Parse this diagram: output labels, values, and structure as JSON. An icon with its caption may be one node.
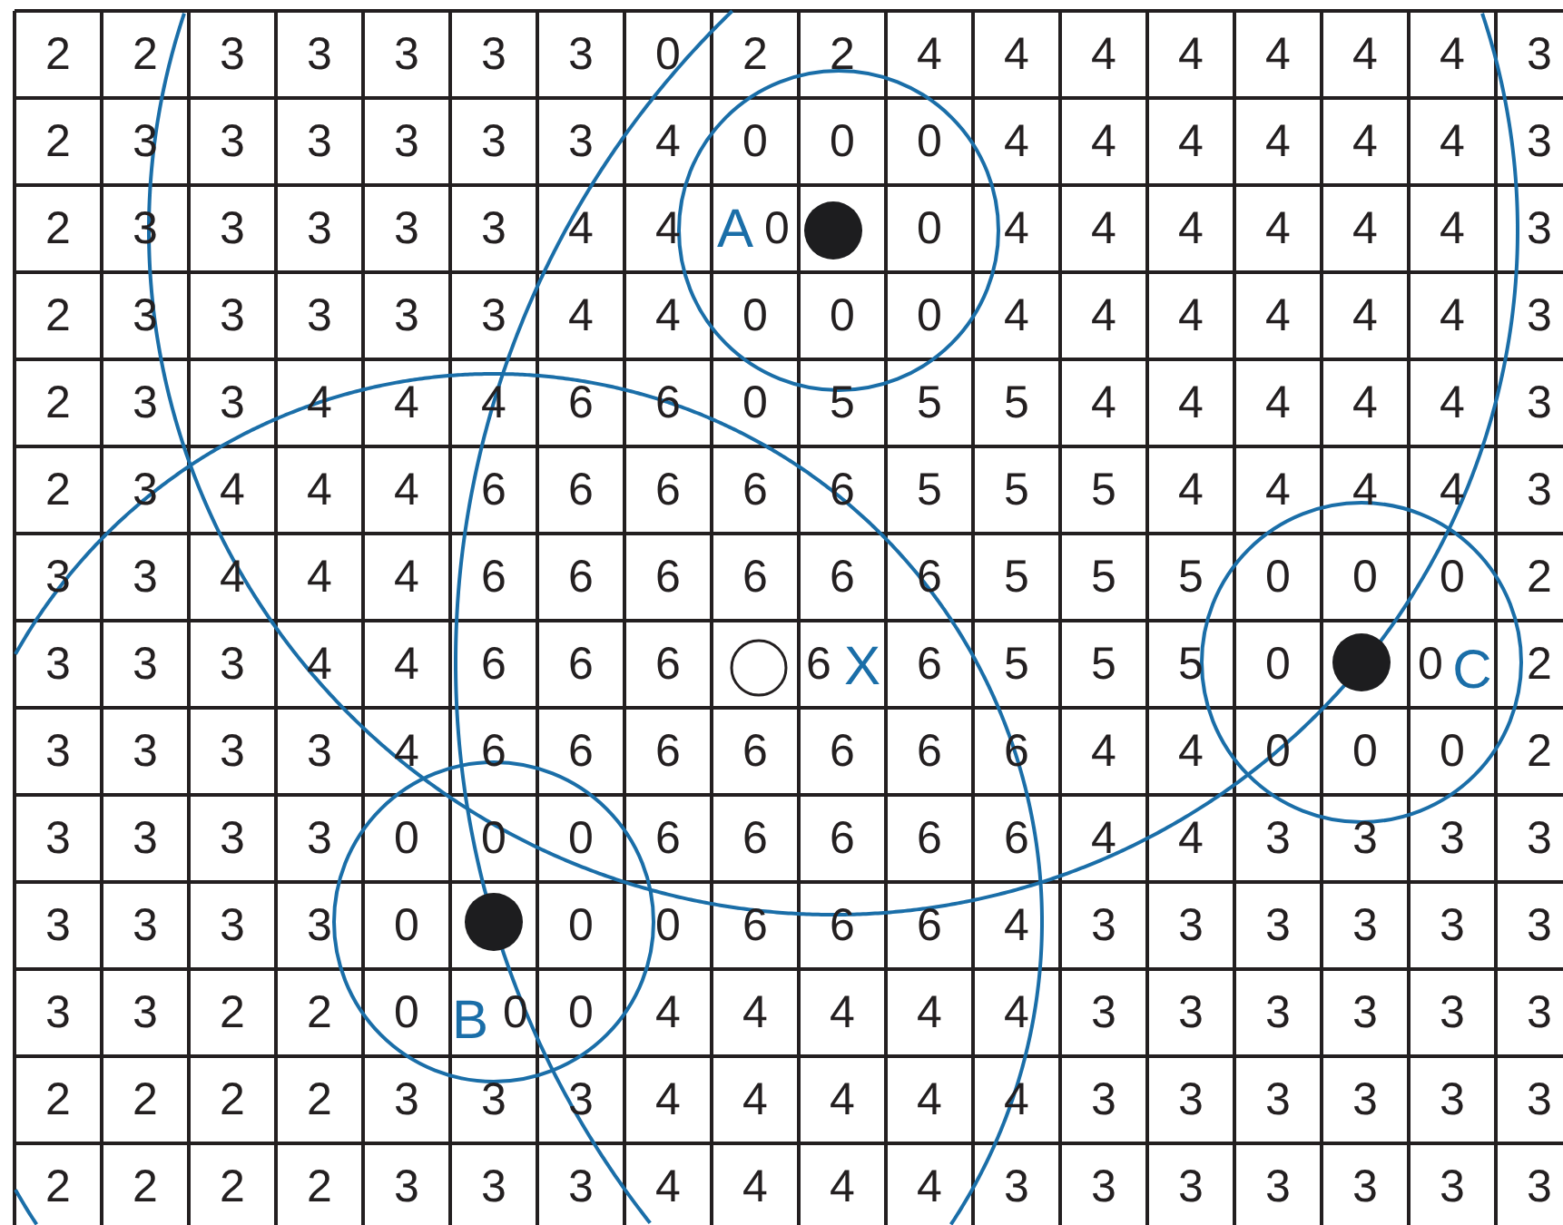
{
  "diagram": {
    "labels": [
      "2",
      "2",
      "3",
      "3",
      "3",
      "3",
      "3",
      "0",
      "2",
      "2",
      "4",
      "4",
      "4",
      "4",
      "4",
      "4",
      "4",
      "3",
      "2",
      "3",
      "3",
      "3",
      "3",
      "3",
      "3",
      "4",
      "0",
      "0",
      "0",
      "4",
      "4",
      "4",
      "4",
      "4",
      "4",
      "3",
      "2",
      "3",
      "3",
      "3",
      "3",
      "3",
      "4",
      "4",
      "A",
      "0",
      "0",
      "4",
      "4",
      "4",
      "4",
      "4",
      "4",
      "3",
      "2",
      "3",
      "3",
      "3",
      "3",
      "3",
      "4",
      "4",
      "0",
      "0",
      "0",
      "4",
      "4",
      "4",
      "4",
      "4",
      "4",
      "3",
      "2",
      "3",
      "3",
      "4",
      "4",
      "4",
      "6",
      "6",
      "0",
      "5",
      "5",
      "5",
      "4",
      "4",
      "4",
      "4",
      "4",
      "3",
      "2",
      "3",
      "4",
      "4",
      "4",
      "6",
      "6",
      "6",
      "6",
      "6",
      "5",
      "5",
      "5",
      "4",
      "4",
      "4",
      "4",
      "3",
      "3",
      "3",
      "4",
      "4",
      "4",
      "6",
      "6",
      "6",
      "6",
      "6",
      "6",
      "5",
      "5",
      "5",
      "0",
      "0",
      "0",
      "2",
      "3",
      "3",
      "3",
      "4",
      "4",
      "6",
      "6",
      "6",
      "6",
      "X",
      "6",
      "5",
      "5",
      "5",
      "0",
      "0",
      "C",
      "2",
      "3",
      "3",
      "3",
      "3",
      "4",
      "6",
      "6",
      "6",
      "6",
      "6",
      "6",
      "6",
      "4",
      "4",
      "0",
      "0",
      "0",
      "2",
      "3",
      "3",
      "3",
      "3",
      "0",
      "0",
      "0",
      "6",
      "6",
      "6",
      "6",
      "6",
      "4",
      "4",
      "3",
      "3",
      "3",
      "3",
      "3",
      "3",
      "3",
      "3",
      "0",
      "0",
      "0",
      "6",
      "6",
      "6",
      "4",
      "3",
      "3",
      "3",
      "3",
      "3",
      "3",
      "3",
      "3",
      "2",
      "2",
      "0",
      "B",
      "0",
      "0",
      "4",
      "4",
      "4",
      "4",
      "4",
      "3",
      "3",
      "3",
      "3",
      "3",
      "3",
      "2",
      "2",
      "2",
      "2",
      "3",
      "3",
      "3",
      "4",
      "4",
      "4",
      "4",
      "4",
      "3",
      "3",
      "3",
      "3",
      "3",
      "3",
      "2",
      "2",
      "2",
      "2",
      "3",
      "3",
      "3",
      "4",
      "4",
      "4",
      "4",
      "3",
      "3",
      "3",
      "3",
      "3",
      "3",
      "3"
    ]
  }
}
